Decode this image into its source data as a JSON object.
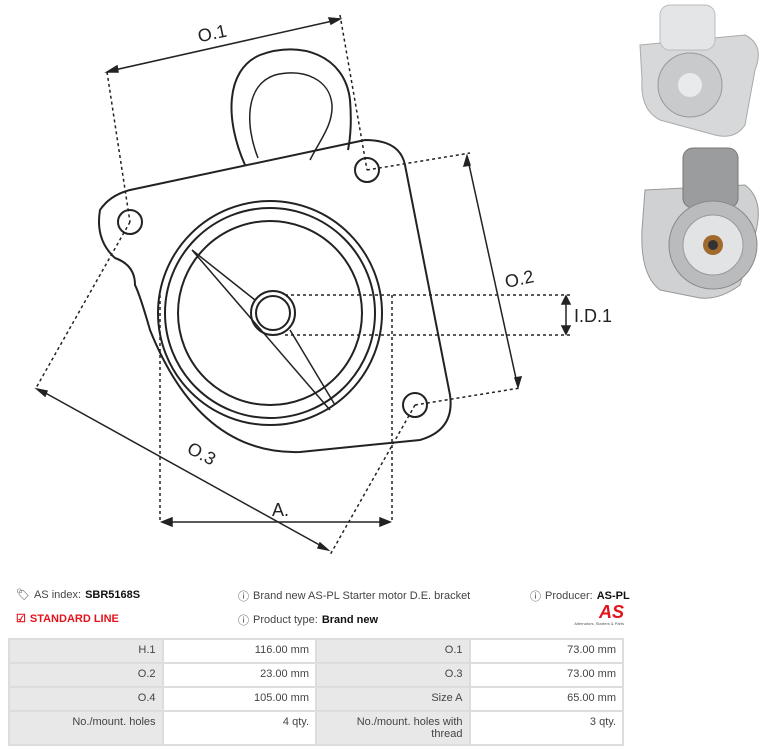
{
  "drawing": {
    "labels": {
      "o1": "O.1",
      "o2": "O.2",
      "o3": "O.3",
      "id1": "I.D.1",
      "a": "A."
    }
  },
  "info": {
    "as_index_label": "AS index:",
    "as_index_value": "SBR5168S",
    "standard_line": "STANDARD LINE",
    "description": "Brand new AS-PL Starter motor D.E. bracket",
    "product_type_label": "Product type:",
    "product_type_value": "Brand new",
    "producer_label": "Producer:",
    "producer_value": "AS-PL",
    "logo_text": "AS",
    "logo_tagline": "Alternators, Starters & Parts"
  },
  "colors": {
    "accent": "#e3131b"
  },
  "specs": [
    [
      {
        "k": "H.1",
        "v": "116.00 mm"
      },
      {
        "k": "O.1",
        "v": "73.00 mm"
      }
    ],
    [
      {
        "k": "O.2",
        "v": "23.00 mm"
      },
      {
        "k": "O.3",
        "v": "73.00 mm"
      }
    ],
    [
      {
        "k": "O.4",
        "v": "105.00 mm"
      },
      {
        "k": "Size A",
        "v": "65.00 mm"
      }
    ],
    [
      {
        "k": "No./mount. holes",
        "v": "4 qty."
      },
      {
        "k": "No./mount. holes with thread",
        "v": "3 qty."
      }
    ]
  ]
}
